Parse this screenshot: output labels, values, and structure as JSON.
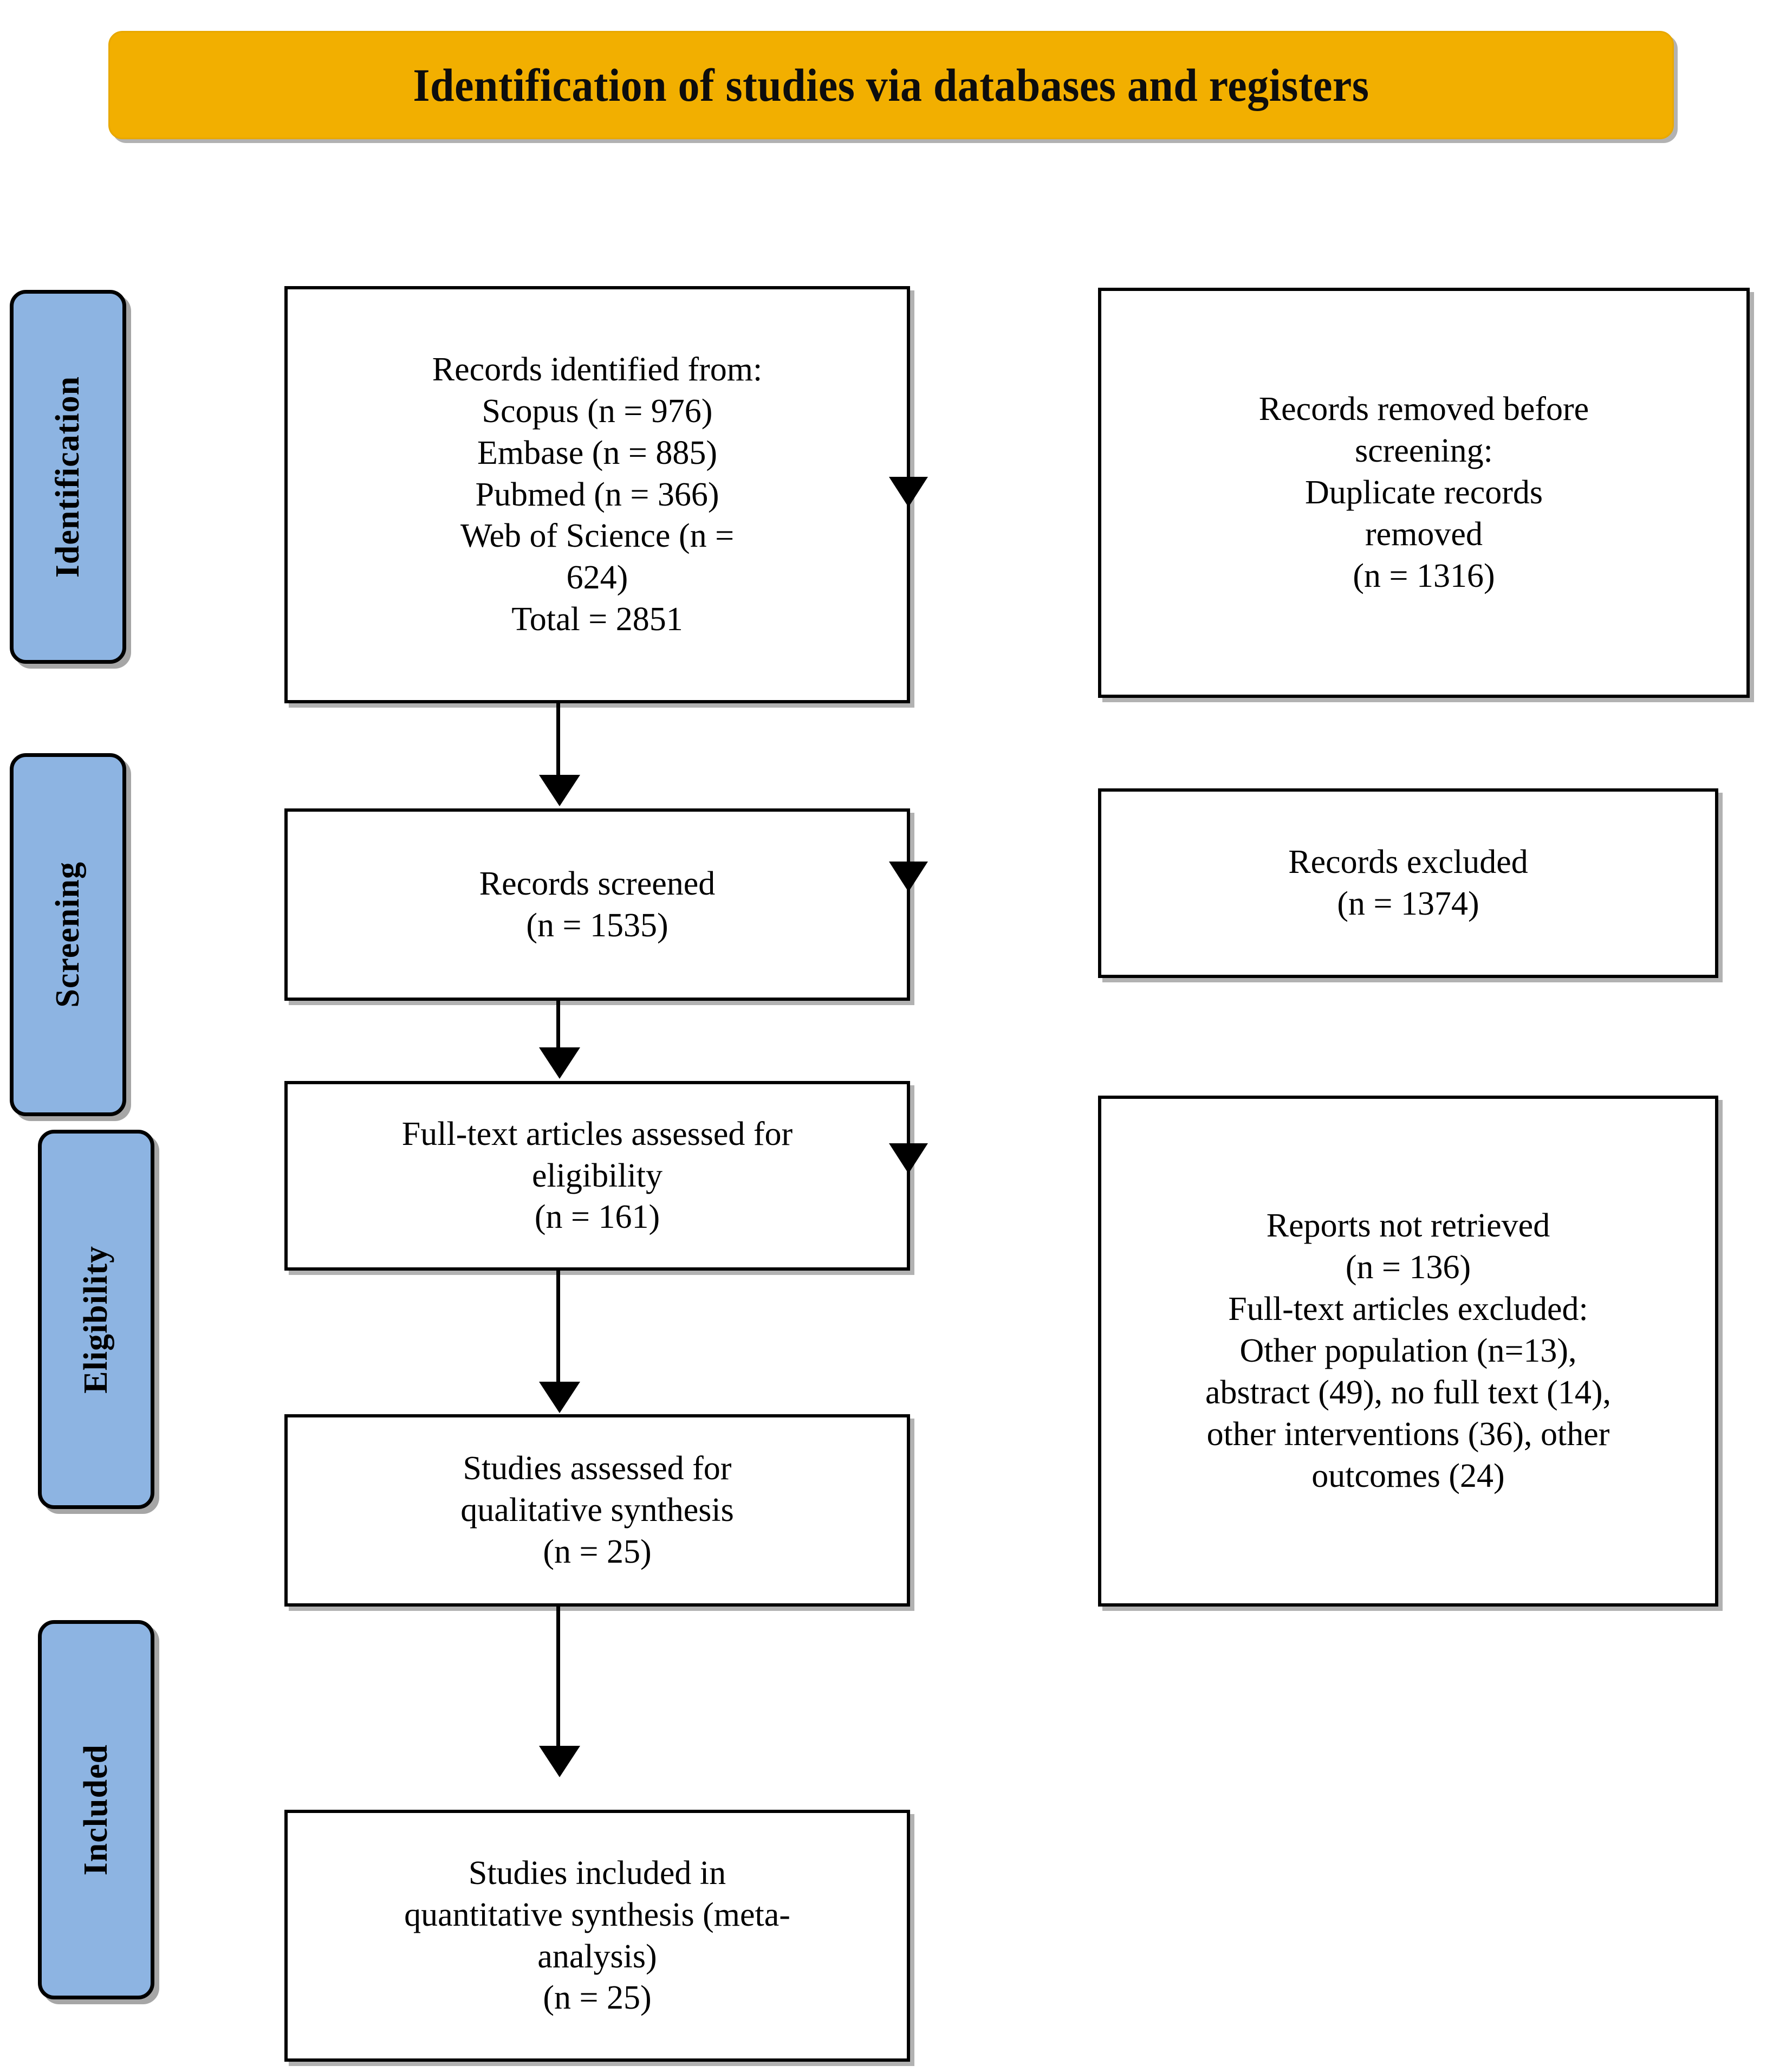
{
  "header": {
    "title": "Identification of studies via databases and registers",
    "background_color": "#F2AF00",
    "text_color": "#0d0d0d"
  },
  "stages": {
    "fill_color": "#8DB4E2",
    "items": [
      {
        "label": "Identification"
      },
      {
        "label": "Screening"
      },
      {
        "label": "Eligibility"
      },
      {
        "label": "Included"
      }
    ]
  },
  "chart_data": {
    "type": "diagram",
    "title": "Identification of studies via databases and registers",
    "diagram_kind": "PRISMA flow diagram",
    "stages": [
      "Identification",
      "Screening",
      "Eligibility",
      "Included"
    ],
    "sources": [
      {
        "name": "Scopus",
        "n": 976
      },
      {
        "name": "Embase",
        "n": 885
      },
      {
        "name": "Pubmed",
        "n": 366
      },
      {
        "name": "Web of Science",
        "n": 624
      }
    ],
    "total_identified": 2851,
    "duplicates_removed": 1316,
    "records_screened": 1535,
    "records_excluded": 1374,
    "full_text_assessed": 161,
    "reports_not_retrieved": 136,
    "full_text_exclusion_reasons": [
      {
        "reason": "Other population",
        "n": 13
      },
      {
        "reason": "abstract",
        "n": 49
      },
      {
        "reason": "no full text",
        "n": 14
      },
      {
        "reason": "other interventions",
        "n": 36
      },
      {
        "reason": "other outcomes",
        "n": 24
      }
    ],
    "qualitative_synthesis": 25,
    "quantitative_synthesis_meta_analysis": 25
  },
  "boxes": {
    "identified": {
      "l1": "Records identified from:",
      "l2": "Scopus (n = 976)",
      "l3": "Embase (n = 885)",
      "l4": "Pubmed (n = 366)",
      "l5": "Web of Science (n =",
      "l6": "624)",
      "l7": "Total = 2851"
    },
    "removed": {
      "l1": "Records removed before",
      "l2": "screening:",
      "l3": "Duplicate records",
      "l4": "removed",
      "l5": "(n = 1316)"
    },
    "screened": {
      "l1": "Records screened",
      "l2": "(n = 1535)"
    },
    "excluded": {
      "l1": "Records excluded",
      "l2": "(n = 1374)"
    },
    "fulltext": {
      "l1": "Full-text articles assessed for",
      "l2": "eligibility",
      "l3": "(n = 161)"
    },
    "notretrieved": {
      "l1": "Reports not retrieved",
      "l2": "(n = 136)",
      "l3": "Full-text articles excluded:",
      "l4": "Other population (n=13),",
      "l5": "abstract (49), no full text (14),",
      "l6": "other interventions (36), other",
      "l7": "outcomes (24)"
    },
    "qualitative": {
      "l1": "Studies assessed for",
      "l2": "qualitative synthesis",
      "l3": "(n = 25)"
    },
    "quantitative": {
      "l1": "Studies included in",
      "l2": "quantitative synthesis (meta-",
      "l3": "analysis)",
      "l4": "(n = 25)"
    }
  }
}
